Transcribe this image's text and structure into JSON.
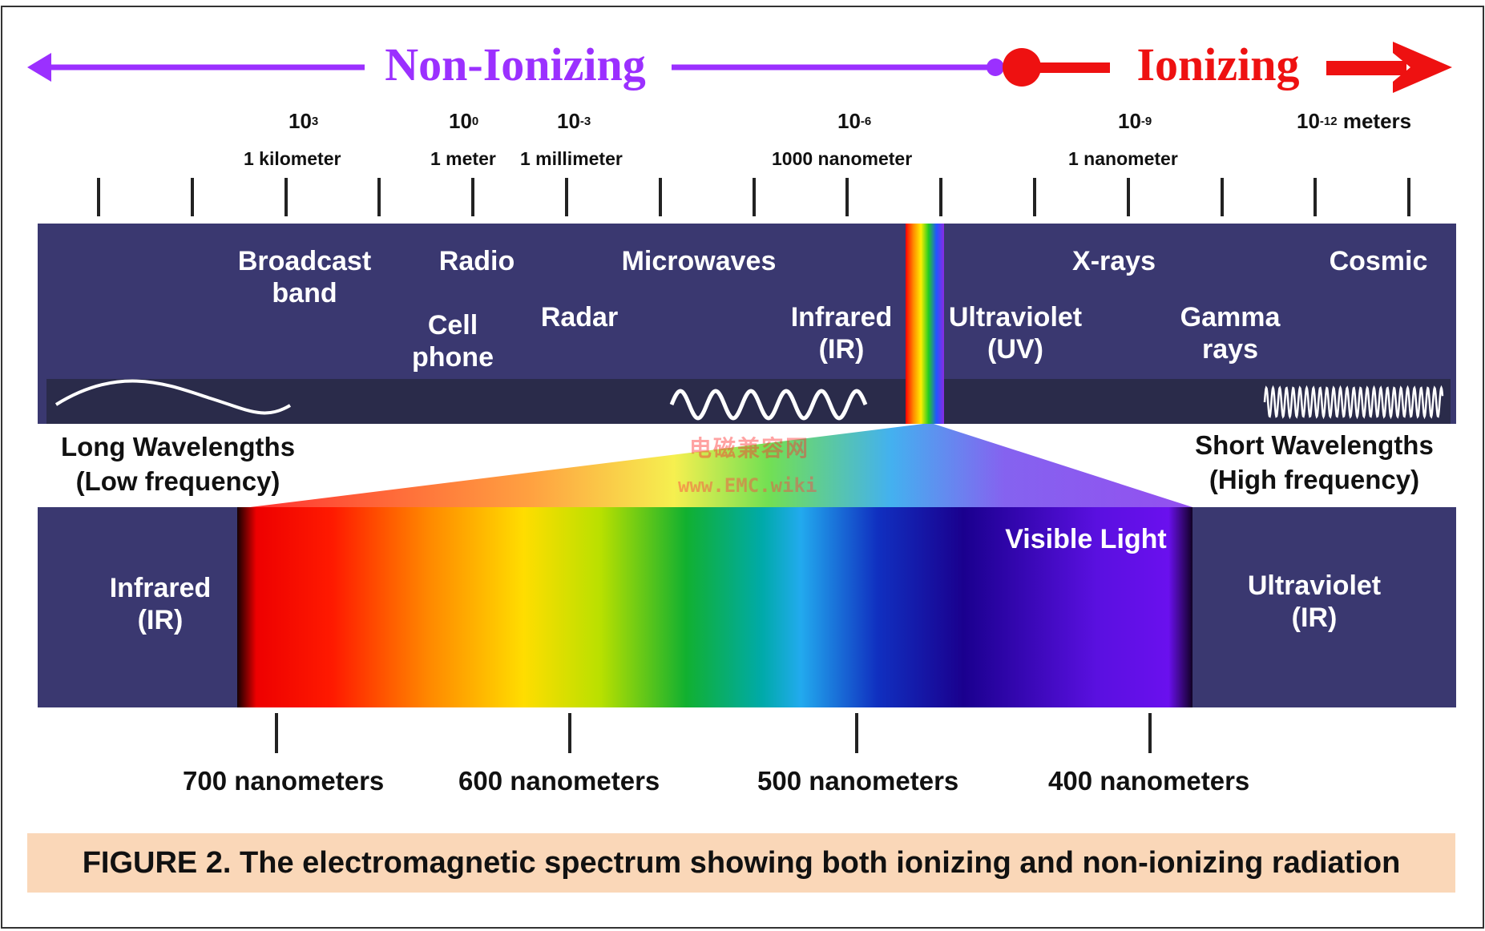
{
  "header": {
    "non_ionizing": "Non-Ionizing",
    "ionizing": "Ionizing",
    "non_ionizing_color": "#9b30ff",
    "ionizing_color": "#ee1111"
  },
  "scale": {
    "exponents": [
      {
        "base": "10",
        "exp": "3",
        "unit": ""
      },
      {
        "base": "10",
        "exp": "0",
        "unit": ""
      },
      {
        "base": "10",
        "exp": "-3",
        "unit": ""
      },
      {
        "base": "10",
        "exp": "-6",
        "unit": ""
      },
      {
        "base": "10",
        "exp": "-9",
        "unit": ""
      },
      {
        "base": "10",
        "exp": "-12",
        "unit": " meters"
      }
    ],
    "names": [
      "1 kilometer",
      "1 meter",
      "1 millimeter",
      "1000 nanometer",
      "1 nanometer"
    ]
  },
  "bands": {
    "broadcast": "Broadcast\nband",
    "radio": "Radio",
    "cell": "Cell\nphone",
    "radar": "Radar",
    "microwaves": "Microwaves",
    "infrared": "Infrared\n(IR)",
    "ultraviolet": "Ultraviolet\n(UV)",
    "xrays": "X-rays",
    "gamma": "Gamma\nrays",
    "cosmic": "Cosmic"
  },
  "long_wave": "Long Wavelengths\n(Low frequency)",
  "short_wave": "Short Wavelengths\n(High frequency)",
  "visible": {
    "title": "Visible Light",
    "left": "Infrared\n(IR)",
    "right": "Ultraviolet\n(IR)",
    "ticks": [
      "700 nanometers",
      "600 nanometers",
      "500 nanometers",
      "400 nanometers"
    ]
  },
  "watermark": {
    "cn": "电磁兼容网",
    "url": "www.EMC.wiki"
  },
  "caption": "FIGURE 2. The electromagnetic spectrum showing both ionizing and non-ionizing radiation",
  "colors": {
    "band_bg": "#3a3870",
    "wave_strip": "#2a2b4a",
    "caption_bg": "#fad7b8"
  }
}
